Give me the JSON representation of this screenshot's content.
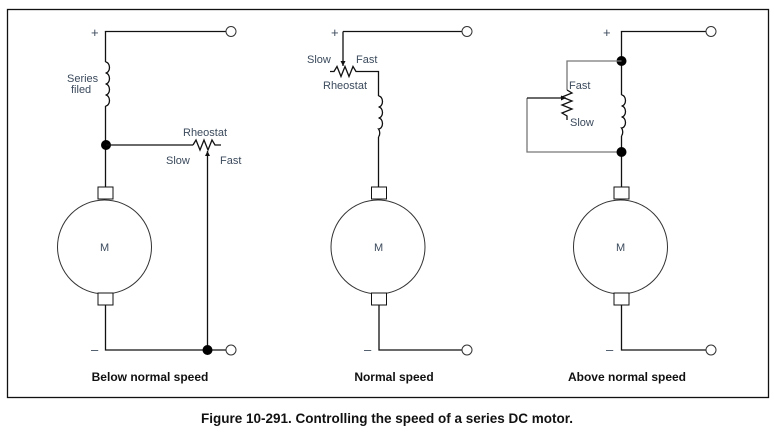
{
  "figure": {
    "caption": "Figure 10-291. Controlling the speed of a series DC motor."
  },
  "circuits": [
    {
      "id": "below",
      "caption": "Below normal speed",
      "plus": "+",
      "minus": "–",
      "motor_label": "M",
      "field_label_line1": "Series",
      "field_label_line2": "filed",
      "rheostat_label": "Rheostat",
      "slow_label": "Slow",
      "fast_label": "Fast"
    },
    {
      "id": "normal",
      "caption": "Normal speed",
      "plus": "+",
      "minus": "–",
      "motor_label": "M",
      "rheostat_label": "Rheostat",
      "slow_label": "Slow",
      "fast_label": "Fast"
    },
    {
      "id": "above",
      "caption": "Above normal speed",
      "plus": "+",
      "minus": "–",
      "motor_label": "M",
      "slow_label": "Slow",
      "fast_label": "Fast"
    }
  ],
  "colors": {
    "wire": "#111111",
    "shunt_wire": "#777777",
    "label_text": "#3b4a5c"
  }
}
